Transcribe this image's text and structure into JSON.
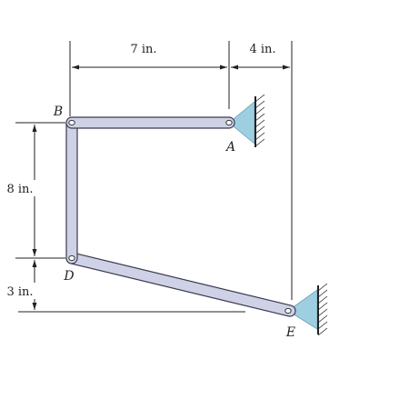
{
  "diagram": {
    "dimensions": {
      "top_left": "7 in.",
      "top_right": "4 in.",
      "left_upper": "8 in.",
      "left_lower": "3 in."
    },
    "points": {
      "A": "A",
      "B": "B",
      "D": "D",
      "E": "E"
    },
    "colors": {
      "member": "#cfd2e6",
      "member_outline": "#3a3a52",
      "support": "#9ecfe0",
      "line": "#222222"
    }
  }
}
